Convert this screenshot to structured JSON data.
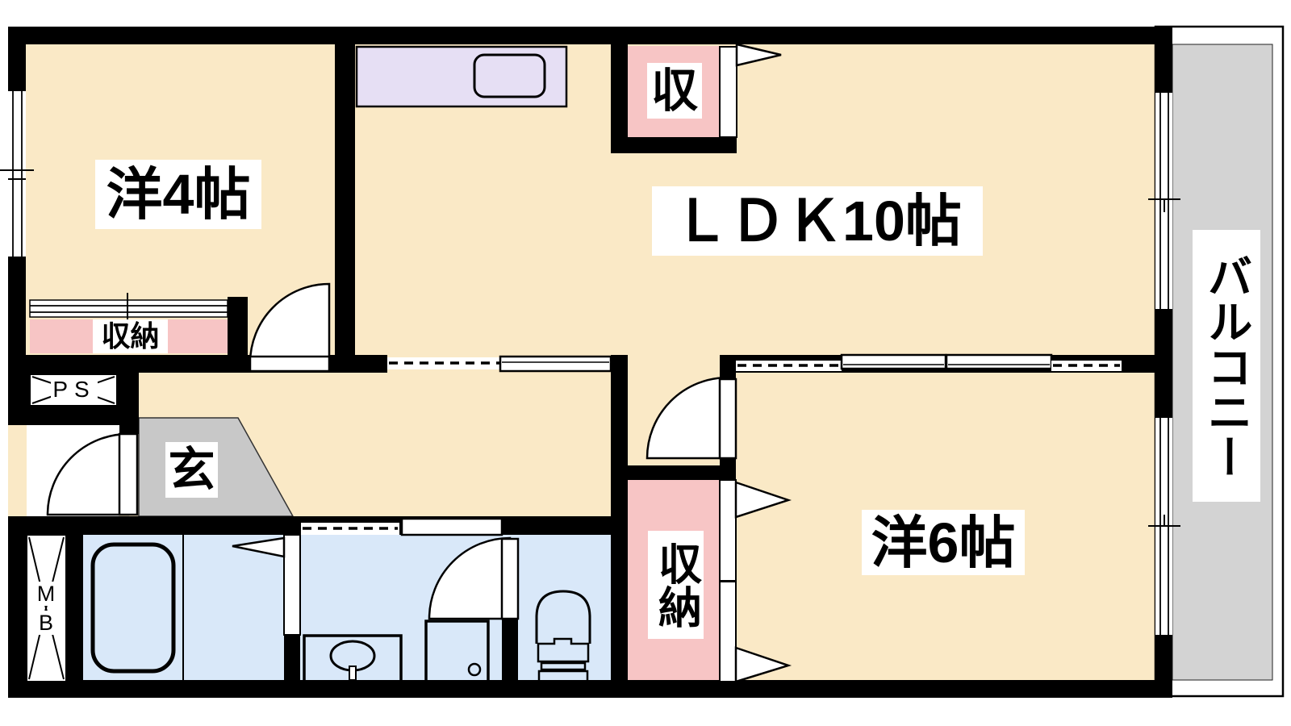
{
  "title": "apartment floor plan 2LDK",
  "colors": {
    "wall": "#000000",
    "room_cream": "#FAE9C6",
    "closet_pink": "#F7C5C5",
    "wet_area_blue": "#D9E8F9",
    "kitchen_purple": "#E6DFF4",
    "genkan_gray": "#C8C8C8",
    "balcony_gray": "#D3D3D3"
  },
  "rooms": {
    "western4": {
      "label": "洋4帖"
    },
    "ldk": {
      "label": "ＬＤＫ10帖"
    },
    "western6": {
      "label": "洋6帖"
    },
    "genkan": {
      "label": "玄"
    },
    "closet_west4": {
      "label": "収納"
    },
    "closet_ldk": {
      "label": "収"
    },
    "closet_west6": {
      "label": "収納"
    },
    "balcony": {
      "label": "バルコニー"
    },
    "pipe_space": {
      "label": "PS"
    },
    "meter_box": {
      "label_lines": [
        "M",
        "B"
      ]
    }
  }
}
